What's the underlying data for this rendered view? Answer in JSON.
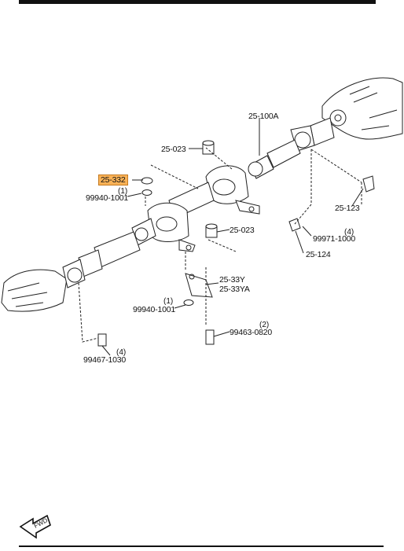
{
  "labels": {
    "p25_100a": "25-100A",
    "p25_023_top": "25-023",
    "p25_332": "25-332",
    "p99940_1001_top": "99940-1001",
    "qty_top": "(1)",
    "p25_123": "25-123",
    "p25_023_mid": "25-023",
    "p99971_1000": "99971-1000",
    "qty_99971": "(4)",
    "p25_124": "25-124",
    "p25_33y": "25-33Y",
    "p25_33ya": "25-33YA",
    "p99940_1001_bot": "99940-1001",
    "qty_bot": "(1)",
    "p99463_0820": "99463-0820",
    "qty_99463": "(2)",
    "p99467_1030": "99467-1030",
    "qty_99467": "(4)"
  },
  "fwd": "FWD",
  "colors": {
    "highlight": "#f9b257",
    "ink": "#111111"
  }
}
